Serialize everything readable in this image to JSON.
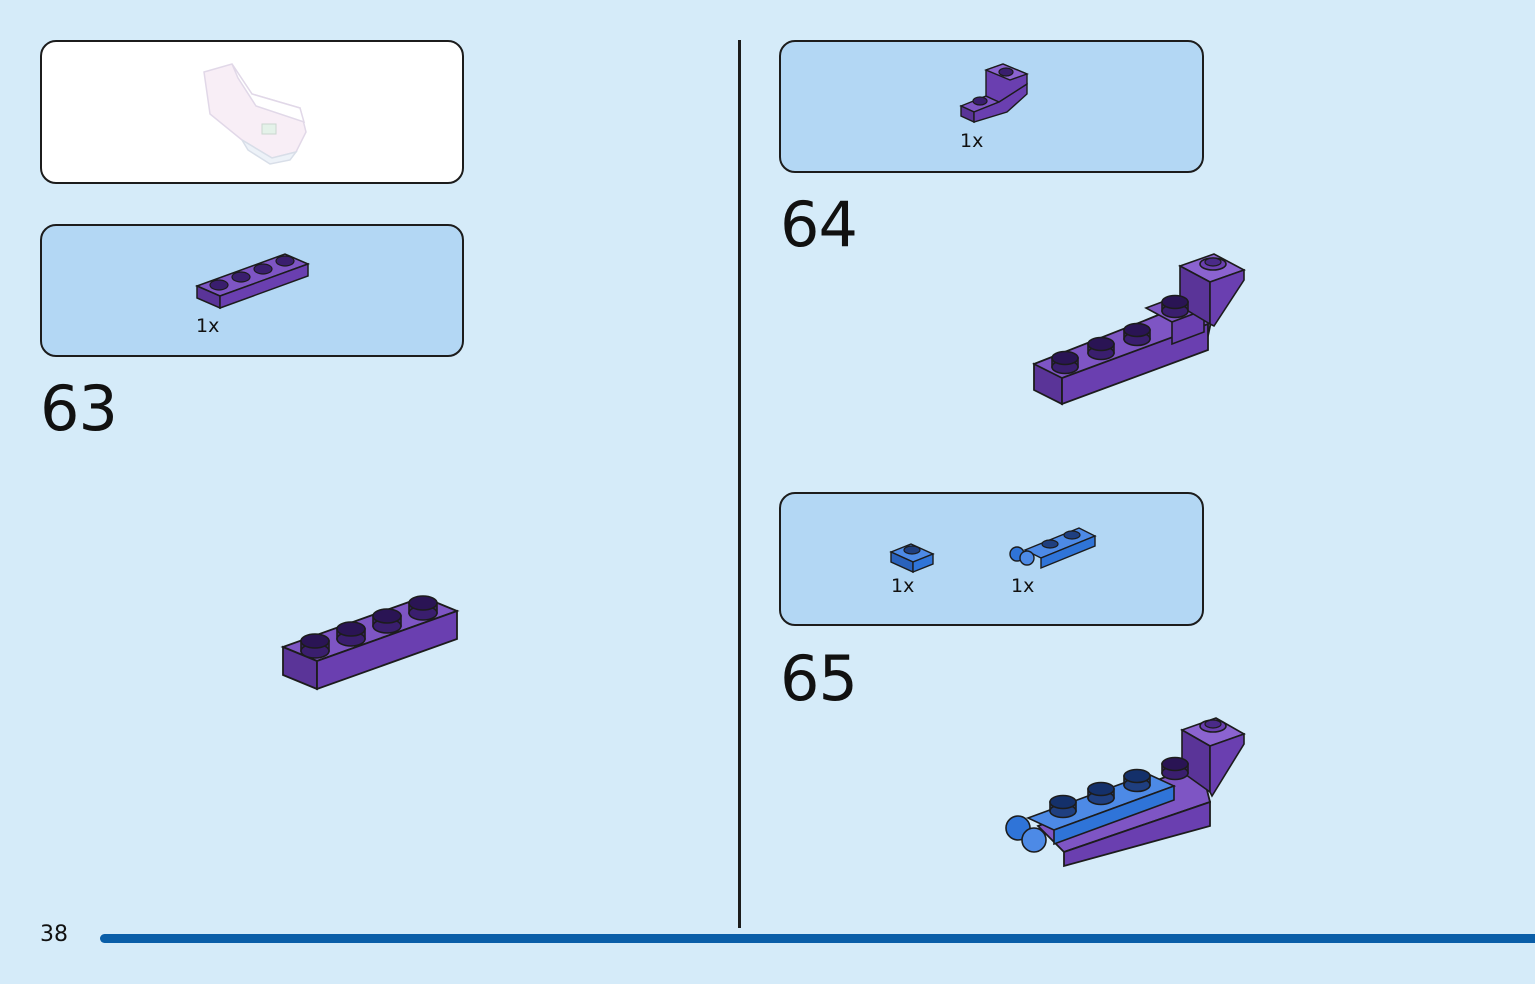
{
  "page": {
    "number": "38"
  },
  "steps": [
    {
      "id": "63",
      "parts": [
        {
          "qty": "1x",
          "part": "purple-plate-1x4"
        }
      ]
    },
    {
      "id": "64",
      "parts": [
        {
          "qty": "1x",
          "part": "purple-slope-bracket"
        }
      ]
    },
    {
      "id": "65",
      "parts": [
        {
          "qty": "1x",
          "part": "blue-plate-1x1"
        },
        {
          "qty": "1x",
          "part": "blue-plate-1x2-with-clip"
        }
      ]
    }
  ],
  "colors": {
    "background": "#d5ebf9",
    "parts_box": "#b3d7f4",
    "purple_brick": "#6a3fb0",
    "blue_brick": "#2f74d8",
    "progress": "#0a5ea8"
  },
  "icons": [
    "ghost-submodel-preview",
    "purple-plate-1x4",
    "purple-slope-bracket",
    "blue-plate-1x1",
    "blue-plate-1x2-with-clip"
  ]
}
